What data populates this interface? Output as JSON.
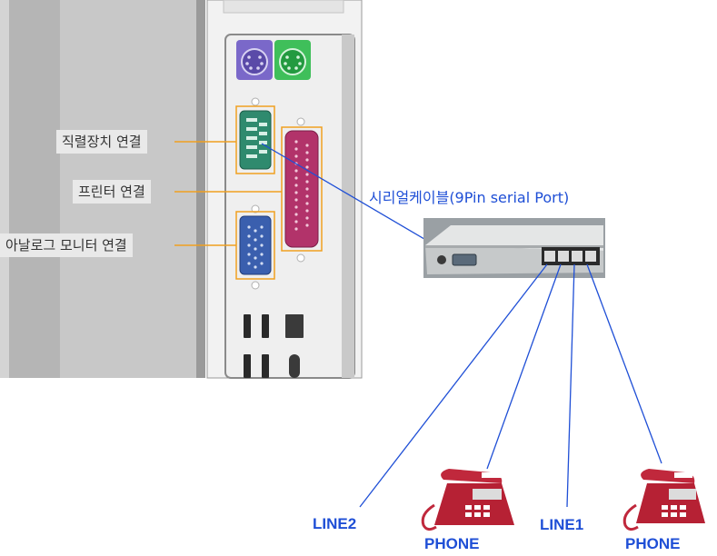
{
  "labels": {
    "serial": "직렬장치 연결",
    "printer": "프린터 연결",
    "analog": "아날로그 모니터 연결"
  },
  "cable_label": "시리얼케이블(9Pin serial Port)",
  "lines": [
    "LINE2",
    "LINE1"
  ],
  "phones": [
    "PHONE",
    "PHONE"
  ],
  "colors": {
    "panel": "#f3f3f3",
    "ps2_mouse": "#7a68c9",
    "ps2_keyboard": "#3fbf5a",
    "serial_port": "#2f8a6e",
    "parallel_port": "#b2336a",
    "vga_port": "#3a5fae",
    "highlight": "#f0a020",
    "wire": "#1f4fd6",
    "phone": "#c0283c"
  }
}
